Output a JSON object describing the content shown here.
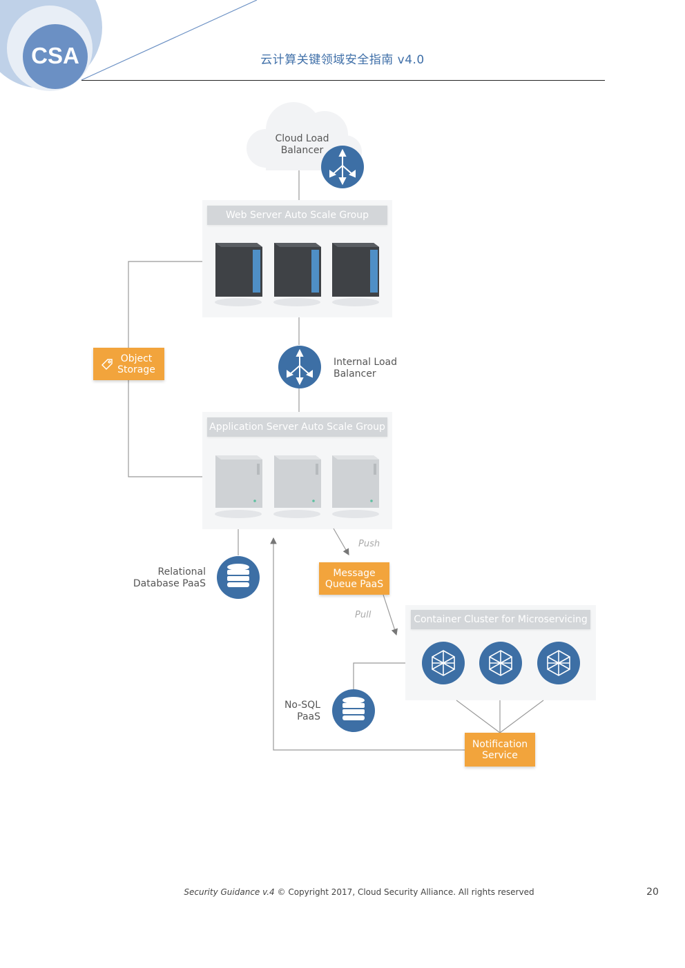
{
  "header": {
    "logo_text": "CSA",
    "title": "云计算关键领域安全指南 v4.0"
  },
  "diagram": {
    "cloud_load_balancer": "Cloud Load Balancer",
    "web_group_title": "Web Server Auto Scale Group",
    "internal_lb_line1": "Internal Load",
    "internal_lb_line2": "Balancer",
    "object_storage_line1": "Object",
    "object_storage_line2": "Storage",
    "app_group_title": "Application Server Auto Scale Group",
    "relational_db_line1": "Relational",
    "relational_db_line2": "Database PaaS",
    "push_label": "Push",
    "message_queue_line1": "Message",
    "message_queue_line2": "Queue PaaS",
    "pull_label": "Pull",
    "container_group_title": "Container Cluster for Microservicing",
    "nosql_line1": "No-SQL",
    "nosql_line2": "PaaS",
    "notification_line1": "Notification",
    "notification_line2": "Service"
  },
  "footer": {
    "doc_name": "Security Guidance v.4",
    "copyright": "© Copyright 2017, Cloud Security Alliance. All rights reserved",
    "page_number": "20"
  },
  "colors": {
    "accent_blue": "#3f6fa8",
    "node_blue": "#3d6fa5",
    "orange": "#f2a43c"
  }
}
